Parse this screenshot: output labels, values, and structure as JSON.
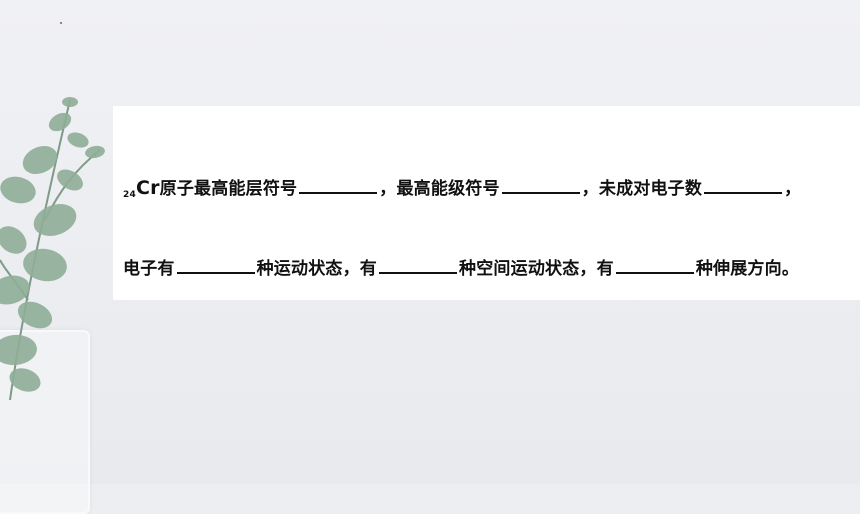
{
  "question": {
    "line1": {
      "subscript": "24",
      "element": "Cr",
      "part1": "原子最高能层符号",
      "part2": "，最高能级符号",
      "part3": "，未成对电子数",
      "part4": "，"
    },
    "line2": {
      "part1": "电子有",
      "part2": "种运动状态，有",
      "part3": "种空间运动状态，有",
      "part4": "种伸展方向。"
    }
  },
  "decoration": {
    "plant": "eucalyptus-branch-icon",
    "leaf_color": "#8fae98"
  }
}
